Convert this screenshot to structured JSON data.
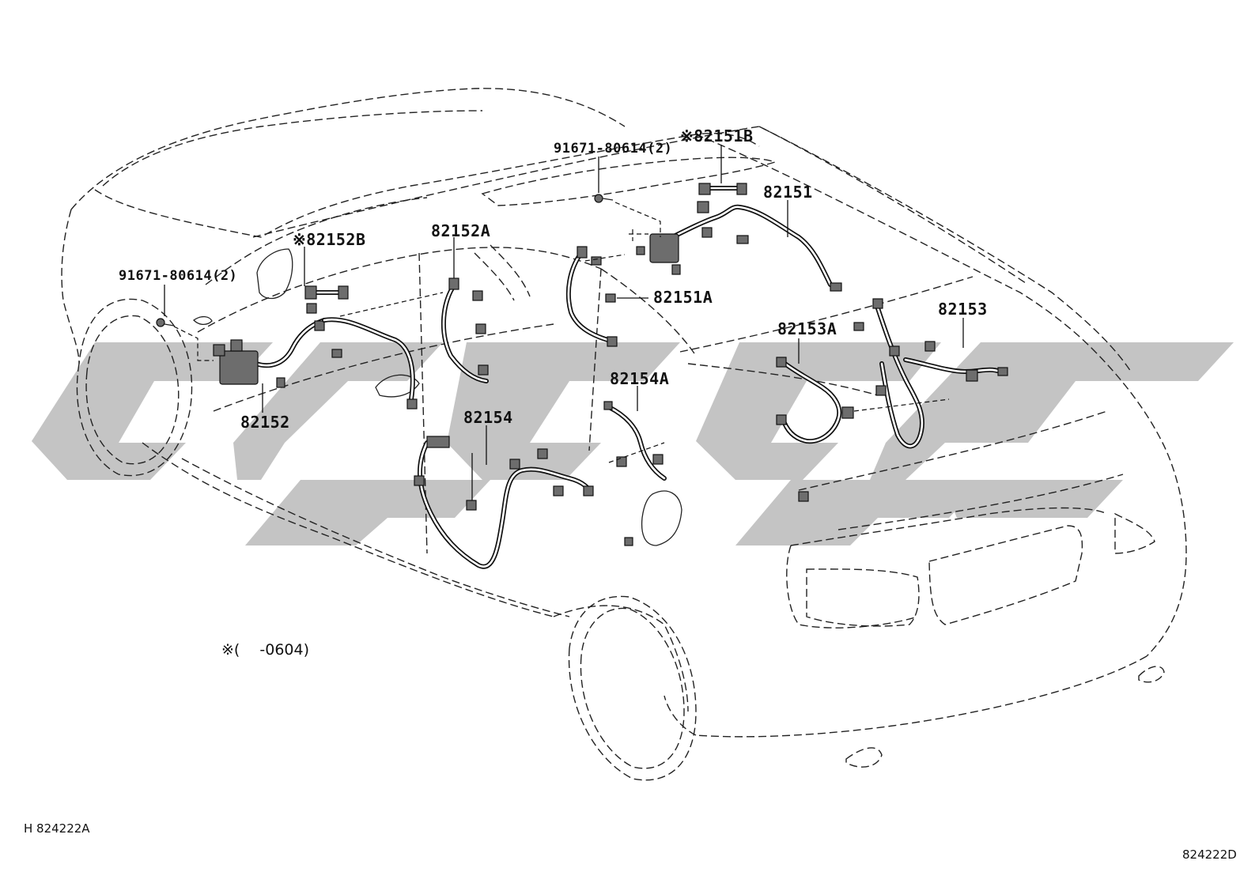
{
  "diagram": {
    "parts": [
      {
        "key": "p_91671_top",
        "label": "91671-80614(2)"
      },
      {
        "key": "p_82151B",
        "label": "※82151B"
      },
      {
        "key": "p_82151",
        "label": "82151"
      },
      {
        "key": "p_82152B",
        "label": "※82152B"
      },
      {
        "key": "p_82152A",
        "label": "82152A"
      },
      {
        "key": "p_91671_left",
        "label": "91671-80614(2)"
      },
      {
        "key": "p_82151A",
        "label": "82151A"
      },
      {
        "key": "p_82153A",
        "label": "82153A"
      },
      {
        "key": "p_82153",
        "label": "82153"
      },
      {
        "key": "p_82154A",
        "label": "82154A"
      },
      {
        "key": "p_82152",
        "label": "82152"
      },
      {
        "key": "p_82154",
        "label": "82154"
      }
    ],
    "note": "※(　 -0604)",
    "code_left": "H 824222A",
    "code_right": "824222D"
  }
}
